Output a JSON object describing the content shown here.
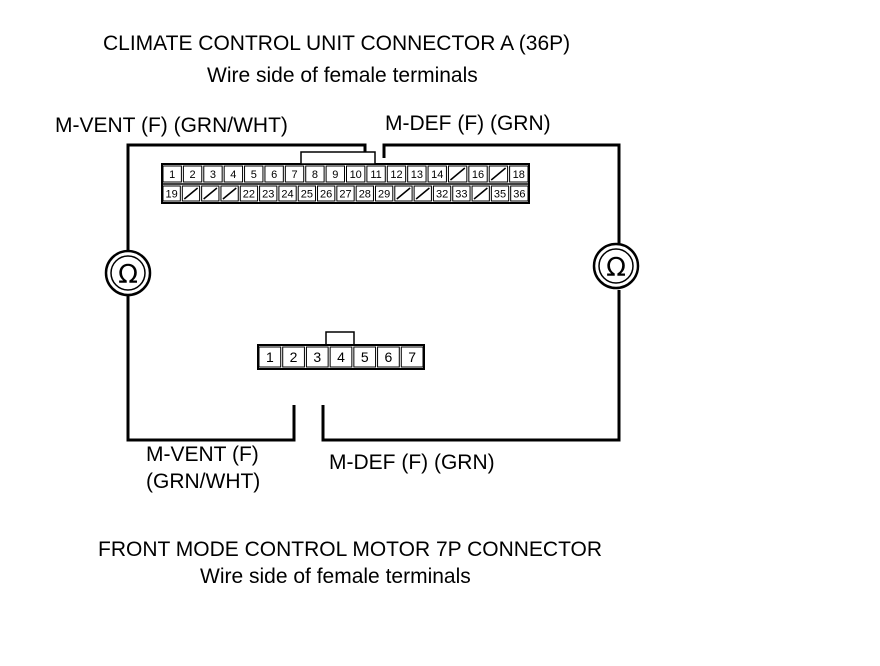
{
  "top_connector": {
    "title": "CLIMATE CONTROL UNIT CONNECTOR A (36P)",
    "subtitle": "Wire side of female terminals",
    "row1": [
      "1",
      "2",
      "3",
      "4",
      "5",
      "6",
      "7",
      "8",
      "9",
      "10",
      "11",
      "12",
      "13",
      "14",
      "",
      "16",
      "",
      "18"
    ],
    "row2": [
      "19",
      "",
      "",
      "",
      "22",
      "23",
      "24",
      "25",
      "26",
      "27",
      "28",
      "29",
      "",
      "",
      "32",
      "33",
      "",
      "35",
      "36"
    ]
  },
  "bottom_connector": {
    "title": "FRONT MODE CONTROL MOTOR 7P CONNECTOR",
    "subtitle": "Wire side of female terminals",
    "pins": [
      "1",
      "2",
      "3",
      "4",
      "5",
      "6",
      "7"
    ]
  },
  "wires": {
    "left_top_label": "M-VENT (F) (GRN/WHT)",
    "right_top_label": "M-DEF (F) (GRN)",
    "left_bottom_label_line1": "M-VENT (F)",
    "left_bottom_label_line2": "(GRN/WHT)",
    "right_bottom_label": "M-DEF (F) (GRN)"
  },
  "meter_symbol": "Ω",
  "icons": [
    "ohmmeter-icon"
  ]
}
